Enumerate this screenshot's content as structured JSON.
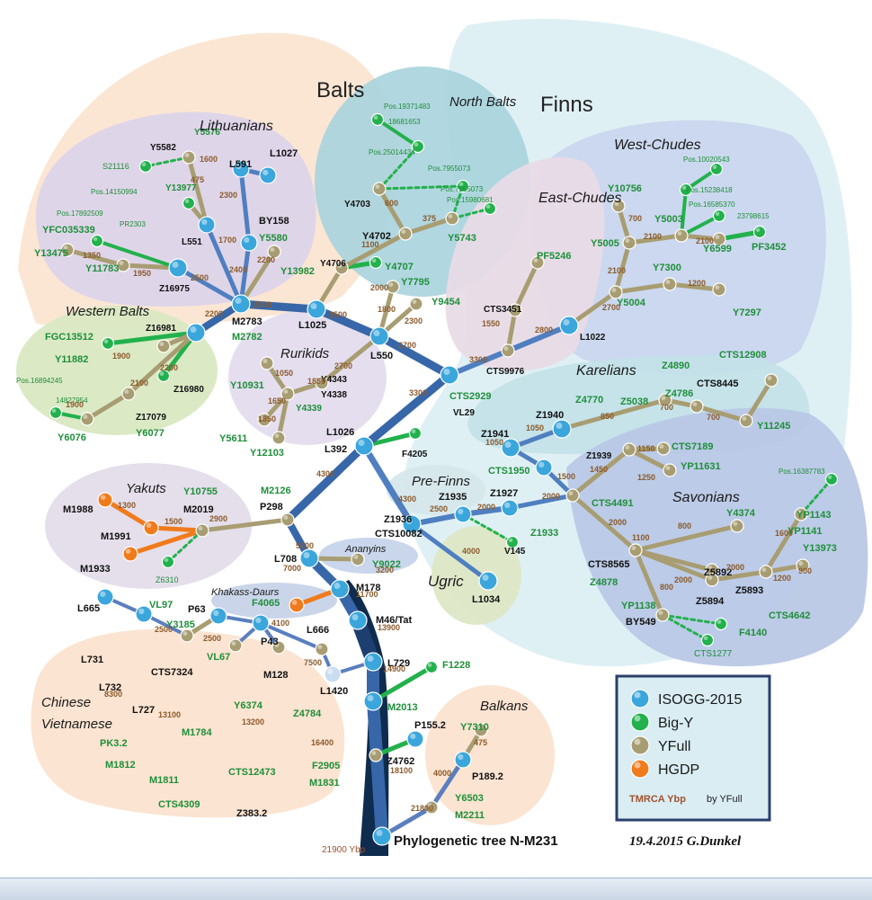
{
  "title": "Phylogenetic tree N-M231",
  "root_age": "21900 Ybp",
  "signature": "19.4.2015 G.Dunkel",
  "legend": [
    {
      "label": "ISOGG-2015",
      "color": "#3aa6dc"
    },
    {
      "label": "Big-Y",
      "color": "#22b14c"
    },
    {
      "label": "YFull",
      "color": "#a89d72"
    },
    {
      "label": "HGDP",
      "color": "#f07b1c"
    }
  ],
  "legend_note": {
    "tmrca": "TMRCA Ybp",
    "by": "by YFull"
  },
  "regions": [
    "Balts",
    "Finns",
    "Lithuanians",
    "North Balts",
    "West-Chudes",
    "East-Chudes",
    "Western Balts",
    "Rurikids",
    "Karelians",
    "Savonians",
    "Pre-Finns",
    "Yakuts",
    "Ananyins",
    "Ugric",
    "Khakass-Daurs",
    "Chinese",
    "Vietnamese",
    "Balkans"
  ],
  "node_labels": [
    "Y5576",
    "Y5582",
    "S21116",
    "L591",
    "L1027",
    "Y13977",
    "Pos.14150994",
    "BY158",
    "Y5580",
    "L551",
    "Pos.17892509",
    "YFC035339",
    "PR2303",
    "Y13475",
    "Y11783",
    "Z16975",
    "Y13982",
    "M2783",
    "M2782",
    "Pos.19371483",
    "18681653",
    "Pos.25014434",
    "Pos.7955073",
    "Pos.7955073",
    "Pos.15980681",
    "Y4703",
    "Y4702",
    "Y5743",
    "Y4706",
    "Y4707",
    "L1025",
    "Y7795",
    "Y9454",
    "L550",
    "Y4343",
    "Y4338",
    "Y10931",
    "Y4339",
    "Y5611",
    "Y12103",
    "Z16981",
    "FGC13512",
    "Y11882",
    "Z16980",
    "Pos.16894245",
    "14827954",
    "Z17079",
    "Y6076",
    "Y6077",
    "PF5246",
    "CTS3451",
    "CTS9976",
    "Y10756",
    "Pos.10020543",
    "Pos.15238418",
    "Pos.16585370",
    "23798615",
    "Y5003",
    "Y5005",
    "PF3452",
    "Y7300",
    "Y6599",
    "Y5004",
    "Y7297",
    "L1022",
    "CTS2929",
    "VL29",
    "Z4890",
    "CTS8445",
    "CTS12908",
    "Z4770",
    "Z5038",
    "Z4786",
    "Y11245",
    "Z1941",
    "Z1940",
    "Z1939",
    "CTS7189",
    "YP11631",
    "CTS1950",
    "CTS4491",
    "Pos.16387783",
    "YP1143",
    "Y4374",
    "YP1141",
    "Y13973",
    "Z5892",
    "CTS8565",
    "Z4878",
    "Z5894",
    "Z5893",
    "CTS4642",
    "YP1138",
    "BY549",
    "F4140",
    "CTS1277",
    "L1026",
    "L392",
    "F4205",
    "Z1935",
    "Z1927",
    "Z1933",
    "V145",
    "Z1936",
    "CTS10082",
    "L1034",
    "M2126",
    "P298",
    "Y10755",
    "M2019",
    "M1988",
    "M1991",
    "M1933",
    "Z6310",
    "L708",
    "Y9022",
    "M178",
    "F4065",
    "M46/Tat",
    "L665",
    "VL97",
    "P63",
    "Y3185",
    "P43",
    "VL67",
    "L666",
    "M128",
    "L1420",
    "L729",
    "F1228",
    "M2013",
    "L731",
    "L732",
    "CTS7324",
    "L727",
    "Y6374",
    "Z4784",
    "M1784",
    "PK3.2",
    "M1812",
    "M1811",
    "CTS12473",
    "F2905",
    "M1831",
    "CTS4309",
    "Z383.2",
    "P155.2",
    "Z4762",
    "Y7310",
    "P189.2",
    "Y6503",
    "M2211"
  ],
  "age_labels": [
    "1600",
    "475",
    "2300",
    "1700",
    "2400",
    "2200",
    "1350",
    "1950",
    "2500",
    "2500",
    "2200",
    "1900",
    "2200",
    "2100",
    "1900",
    "2000",
    "2500",
    "600",
    "1100",
    "375",
    "1800",
    "2300",
    "2700",
    "1850",
    "2700",
    "1050",
    "1650",
    "1850",
    "1550",
    "3300",
    "3300",
    "2800",
    "2700",
    "700",
    "2100",
    "2100",
    "2100",
    "1200",
    "1050",
    "1050",
    "850",
    "700",
    "700",
    "1450",
    "1150",
    "1250",
    "1500",
    "2000",
    "1100",
    "800",
    "2000",
    "2000",
    "1600",
    "2000",
    "1200",
    "900",
    "800",
    "4300",
    "2500",
    "2000",
    "4300",
    "4000",
    "1300",
    "1500",
    "2900",
    "5800",
    "7000",
    "3200",
    "11700",
    "13900",
    "2500",
    "2500",
    "4100",
    "7500",
    "14900",
    "8300",
    "13100",
    "13200",
    "16400",
    "18100",
    "4000",
    "475",
    "21800"
  ]
}
